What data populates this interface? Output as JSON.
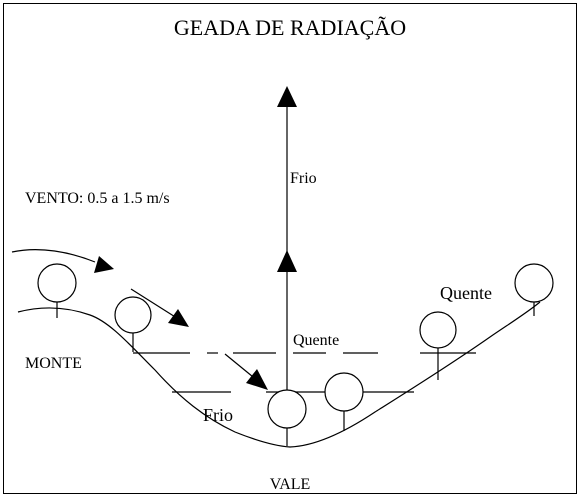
{
  "title": "GEADA DE RADIAÇÃO",
  "labels": {
    "wind": "VENTO: 0.5 a 1.5 m/s",
    "cold_top": "Frio",
    "warm_middle": "Quente",
    "warm_right": "Quente",
    "hill": "MONTE",
    "cold_bottom": "Frio",
    "valley": "VALE"
  },
  "colors": {
    "stroke": "#000000",
    "background": "#ffffff"
  }
}
